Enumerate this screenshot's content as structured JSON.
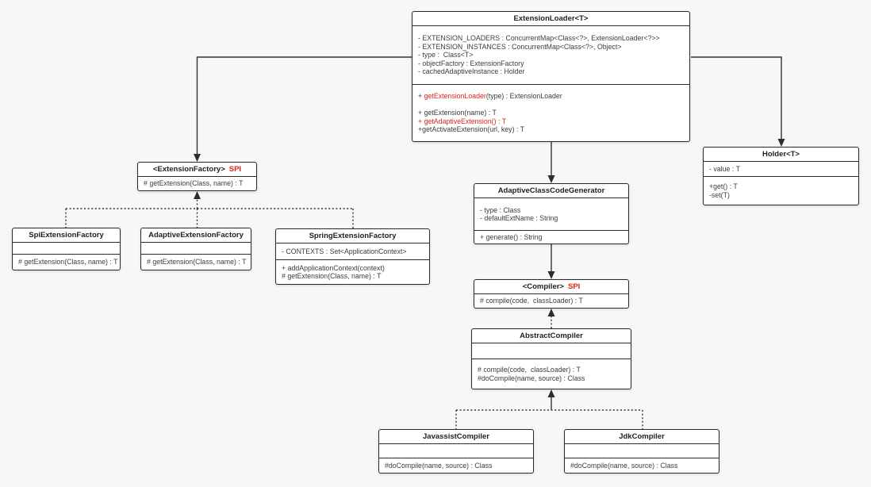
{
  "diagram": {
    "background": "#f7f7f7",
    "colors": {
      "accent_red": "#e02419",
      "line": "#2d2d2d",
      "box_bg": "#ffffff",
      "box_border": "#2b2b2b"
    },
    "classes": [
      {
        "id": "extensionLoader",
        "title": "ExtensionLoader<T>",
        "badge": null,
        "attributes": [
          "- EXTENSION_LOADERS : ConcurrentMap<Class<?>, ExtensionLoader<?>>",
          "- EXTENSION_INSTANCES : ConcurrentMap<Class<?>, Object>",
          "- type :  Class<T>",
          "- objectFactory : ExtensionFactory",
          "- cachedAdaptiveInstance : Holder"
        ],
        "methods": [
          [
            {
              "t": "+ "
            },
            {
              "t": "getExtensionLoader",
              "red": true
            },
            {
              "t": "(type) : ExtensionLoader"
            }
          ],
          [],
          [
            {
              "t": "+ getExtension(name) : T"
            }
          ],
          [
            {
              "t": "+ getAdaptiveExtension() : T",
              "red": true
            }
          ],
          [
            {
              "t": "+getActivateExtension(url, key) : T"
            }
          ]
        ]
      },
      {
        "id": "holder",
        "title": "Holder<T>",
        "badge": null,
        "attributes": [
          "- value : T"
        ],
        "methods": [
          [
            {
              "t": "+get() : T"
            }
          ],
          [
            {
              "t": "-set(T)"
            }
          ]
        ]
      },
      {
        "id": "extensionFactory",
        "title": "<ExtensionFactory>",
        "badge": "SPI",
        "attributes": null,
        "methods": [
          [
            {
              "t": "# getExtension(Class, name) : T"
            }
          ]
        ]
      },
      {
        "id": "spiExtensionFactory",
        "title": "SpiExtensionFactory",
        "badge": null,
        "attributes": [],
        "methods": [
          [
            {
              "t": "# getExtension(Class, name) : T"
            }
          ]
        ]
      },
      {
        "id": "adaptiveExtensionFactory",
        "title": "AdaptiveExtensionFactory",
        "badge": null,
        "attributes": [],
        "methods": [
          [
            {
              "t": "# getExtension(Class, name) : T"
            }
          ]
        ]
      },
      {
        "id": "springExtensionFactory",
        "title": "SpringExtensionFactory",
        "badge": null,
        "attributes": [
          "- CONTEXTS : Set<ApplicationContext>"
        ],
        "methods": [
          [
            {
              "t": "+ addApplicationContext(context)"
            }
          ],
          [
            {
              "t": "# getExtension(Class, name) : T"
            }
          ]
        ]
      },
      {
        "id": "adaptiveClassCodeGenerator",
        "title": "AdaptiveClassCodeGenerator",
        "badge": null,
        "attributes": [
          "- type : Class",
          "- defaultExtName : String"
        ],
        "methods": [
          [
            {
              "t": "+ generate() : String"
            }
          ]
        ]
      },
      {
        "id": "compiler",
        "title": "<Compiler>",
        "badge": "SPI",
        "attributes": null,
        "methods": [
          [
            {
              "t": "# compile(code,  classLoader) : T"
            }
          ]
        ]
      },
      {
        "id": "abstractCompiler",
        "title": "AbstractCompiler",
        "badge": null,
        "attributes": [],
        "methods": [
          [
            {
              "t": "# compile(code,  classLoader) : T"
            }
          ],
          [
            {
              "t": "#doCompile(name, source) : Class"
            }
          ]
        ]
      },
      {
        "id": "javassistCompiler",
        "title": "JavassistCompiler",
        "badge": null,
        "attributes": [],
        "methods": [
          [
            {
              "t": "#doCompile(name, source) : Class"
            }
          ]
        ]
      },
      {
        "id": "jdkCompiler",
        "title": "JdkCompiler",
        "badge": null,
        "attributes": [],
        "methods": [
          [
            {
              "t": "#doCompile(name, source) : Class"
            }
          ]
        ]
      }
    ],
    "relations": [
      {
        "from": "ExtensionLoader",
        "to": "ExtensionFactory",
        "type": "association"
      },
      {
        "from": "ExtensionLoader",
        "to": "Holder",
        "type": "association"
      },
      {
        "from": "ExtensionLoader",
        "to": "AdaptiveClassCodeGenerator",
        "type": "association"
      },
      {
        "from": "AdaptiveClassCodeGenerator",
        "to": "Compiler",
        "type": "association"
      },
      {
        "from": "AbstractCompiler",
        "to": "Compiler",
        "type": "realization"
      },
      {
        "from": "JavassistCompiler",
        "to": "AbstractCompiler",
        "type": "inheritance"
      },
      {
        "from": "JdkCompiler",
        "to": "AbstractCompiler",
        "type": "inheritance"
      },
      {
        "from": "SpiExtensionFactory",
        "to": "ExtensionFactory",
        "type": "realization"
      },
      {
        "from": "AdaptiveExtensionFactory",
        "to": "ExtensionFactory",
        "type": "realization"
      },
      {
        "from": "SpringExtensionFactory",
        "to": "ExtensionFactory",
        "type": "realization"
      }
    ]
  }
}
